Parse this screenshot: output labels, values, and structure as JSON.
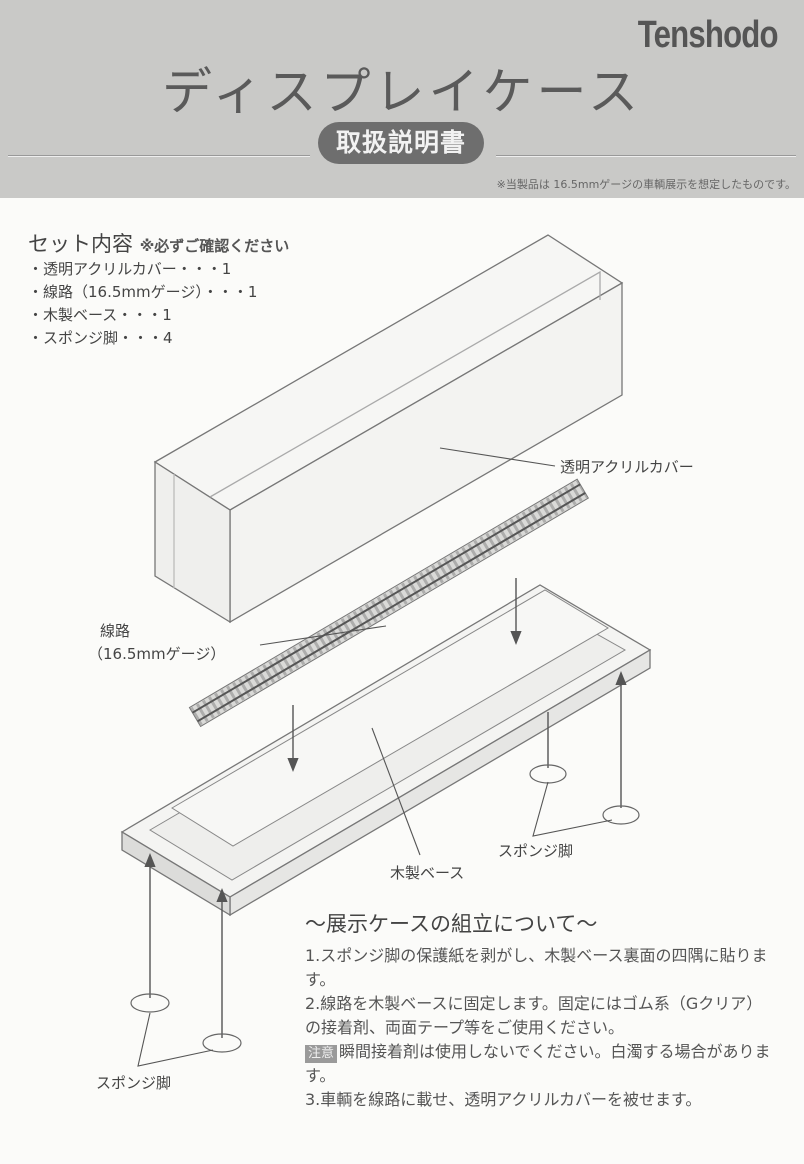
{
  "header": {
    "brand": "Tenshodo",
    "title": "ディスプレイケース",
    "badge": "取扱説明書",
    "note": "※当製品は 16.5mmゲージの車輌展示を想定したものです。"
  },
  "contents": {
    "title": "セット内容",
    "subtitle": "※必ずご確認ください",
    "items": [
      "・透明アクリルカバー・・・1",
      "・線路（16.5mmゲージ）・・・1",
      "・木製ベース・・・1",
      "・スポンジ脚・・・4"
    ]
  },
  "labels": {
    "cover": "透明アクリルカバー",
    "track_line1": "線路",
    "track_line2": "（16.5mmゲージ）",
    "base": "木製ベース",
    "sponge_right": "スポンジ脚",
    "sponge_left": "スポンジ脚"
  },
  "assembly": {
    "title": "〜展示ケースの組立について〜",
    "step1": "1.スポンジ脚の保護紙を剥がし、木製ベース裏面の四隅に貼ります。",
    "step2": "2.線路を木製ベースに固定します。固定にはゴム系（Gクリア）の接着剤、両面テープ等をご使用ください。",
    "caution_tag": "注意",
    "caution_text": "瞬間接着剤は使用しないでください。白濁する場合があります。",
    "step3": "3.車輌を線路に載せ、透明アクリルカバーを被せます。"
  }
}
